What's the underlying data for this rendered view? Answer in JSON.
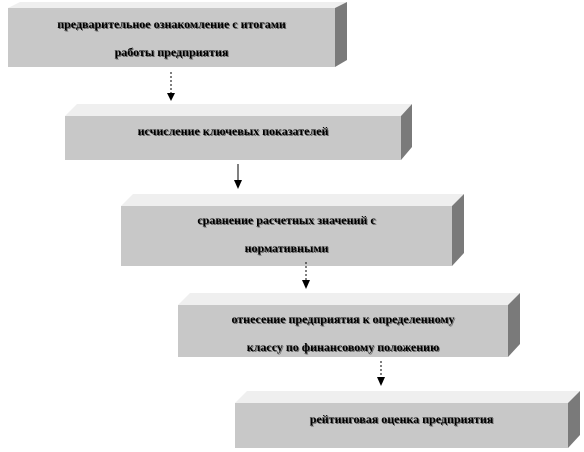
{
  "diagram": {
    "steps": [
      {
        "text": "предварительное ознакомление с итогами\nработы предприятия"
      },
      {
        "text": "исчисление ключевых показателей"
      },
      {
        "text": "сравнение расчетных значений с\nнормативными"
      },
      {
        "text": "отнесение предприятия к определенному\nклассу по финансовому положению"
      },
      {
        "text": "рейтинговая оценка предприятия"
      }
    ],
    "colors": {
      "front": "#c8c8c8",
      "top": "#efefef",
      "side": "#7a7a7a",
      "arrow": "#000000"
    }
  }
}
